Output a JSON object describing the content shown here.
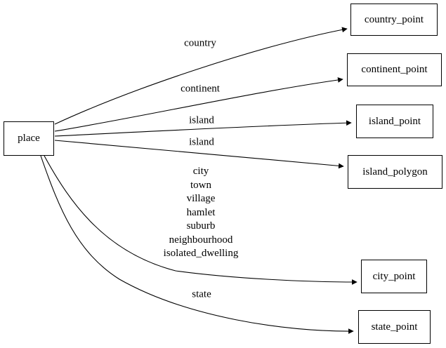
{
  "diagram": {
    "kind": "directed-graph",
    "background_color": "#ffffff",
    "stroke_color": "#000000",
    "text_color": "#000000",
    "nodes": {
      "place": {
        "label": "place"
      },
      "country_point": {
        "label": "country_point"
      },
      "continent_point": {
        "label": "continent_point"
      },
      "island_point": {
        "label": "island_point"
      },
      "island_polygon": {
        "label": "island_polygon"
      },
      "city_point": {
        "label": "city_point"
      },
      "state_point": {
        "label": "state_point"
      }
    },
    "edges": [
      {
        "from": "place",
        "to": "country_point",
        "label": "country"
      },
      {
        "from": "place",
        "to": "continent_point",
        "label": "continent"
      },
      {
        "from": "place",
        "to": "island_point",
        "label": "island"
      },
      {
        "from": "place",
        "to": "island_polygon",
        "label": "island"
      },
      {
        "from": "place",
        "to": "city_point",
        "label": "city\ntown\nvillage\nhamlet\nsuburb\nneighbourhood\nisolated_dwelling"
      },
      {
        "from": "place",
        "to": "state_point",
        "label": "state"
      }
    ]
  }
}
